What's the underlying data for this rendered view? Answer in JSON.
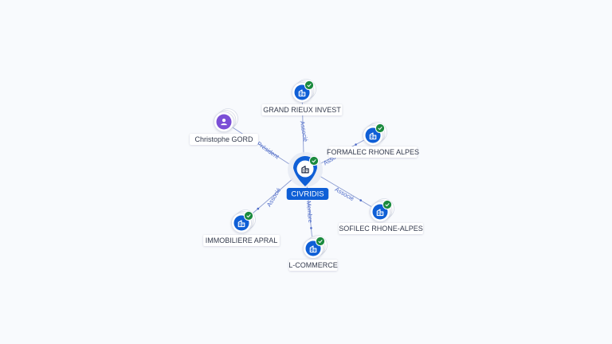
{
  "colors": {
    "company": "#0f5fd6",
    "person": "#7b4fd6",
    "check": "#1a8a3e",
    "edge": "#8a9bd1",
    "edge_label": "#4a68c9",
    "label_text": "#333a4d",
    "center_tag": "#0f5fd6"
  },
  "center": {
    "label": "CIVRIDIS",
    "icon": "building-icon",
    "verified": true
  },
  "nodes": [
    {
      "id": "grand-rieux-invest",
      "label": "GRAND RIEUX INVEST",
      "type": "company",
      "icon": "building-icon",
      "verified": true,
      "relation": "Associé"
    },
    {
      "id": "christophe-gord",
      "label": "Christophe GORD",
      "type": "person",
      "icon": "person-icon",
      "verified": false,
      "relation": "Président"
    },
    {
      "id": "formalec-rhone-alpes",
      "label": "FORMALEC RHONE ALPES",
      "type": "company",
      "icon": "building-icon",
      "verified": true,
      "relation": "Associé"
    },
    {
      "id": "sofilec-rhone-alpes",
      "label": "SOFILEC RHONE-ALPES",
      "type": "company",
      "icon": "building-icon",
      "verified": true,
      "relation": "Associé"
    },
    {
      "id": "l-commerce",
      "label": "L-COMMERCE",
      "type": "company",
      "icon": "building-icon",
      "verified": true,
      "relation": "Membre"
    },
    {
      "id": "immobiliere-apral",
      "label": "IMMOBILIERE APRAL",
      "type": "company",
      "icon": "building-icon",
      "verified": true,
      "relation": "Associé"
    }
  ]
}
